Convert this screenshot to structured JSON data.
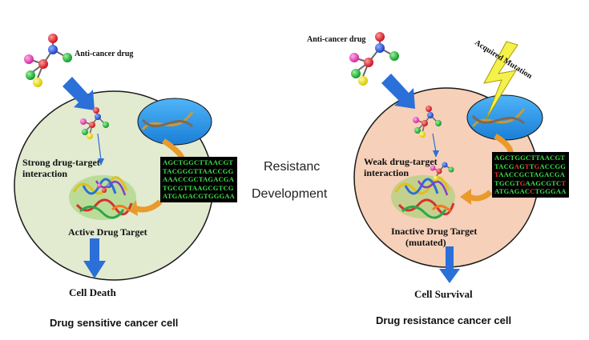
{
  "colors": {
    "sensitive_cell": "#e2ead0",
    "resistant_cell": "#f6d0b8",
    "nucleus": "#2196e8",
    "arrow_blue": "#2b6fd8",
    "arrow_orange": "#e99a2b",
    "lightning": "#f4f14a",
    "dna_text": "#3fe04a",
    "mutation_text": "#ff3030"
  },
  "left_cell": {
    "drug_label": "Anti-cancer drug",
    "interaction_label_1": "Strong drug-target",
    "interaction_label_2": "interaction",
    "target_label": "Active Drug Target",
    "outcome_label": "Cell Death",
    "dna_lines": [
      "AGCTGGCTTAACGT",
      "TACGGGTTAACCGG",
      "AAACCGCTAGACGA",
      "TGCGTTAAGCGTCG",
      "ATGAGACGTGGGAA"
    ],
    "caption": "Drug sensitive cancer cell"
  },
  "center": {
    "line1": "Resistanc",
    "line2": "Development"
  },
  "right_cell": {
    "drug_label": "Anti-cancer drug",
    "mutation_label": "Acquired Mutation",
    "interaction_label_1": "Weak drug-target",
    "interaction_label_2": "interaction",
    "target_label_1": "Inactive Drug Target",
    "target_label_2": "(mutated)",
    "outcome_label": "Cell  Survival",
    "dna_lines": [
      [
        [
          "AGCTGGCTTAACGT",
          "g"
        ]
      ],
      [
        [
          "TACG",
          "g"
        ],
        [
          "A",
          "r"
        ],
        [
          "G",
          "g"
        ],
        [
          "T",
          "r"
        ],
        [
          "T",
          "g"
        ],
        [
          "G",
          "r"
        ],
        [
          "ACCGG",
          "g"
        ]
      ],
      [
        [
          "T",
          "r"
        ],
        [
          "AACCGCTAGACGA",
          "g"
        ]
      ],
      [
        [
          "TGCGT",
          "g"
        ],
        [
          "G",
          "r"
        ],
        [
          "AAGCGTC",
          "g"
        ],
        [
          "T",
          "r"
        ]
      ],
      [
        [
          "ATGAGAC",
          "g"
        ],
        [
          "C",
          "r"
        ],
        [
          "TGGGAA",
          "g"
        ]
      ]
    ],
    "caption": "Drug resistance cancer cell"
  }
}
